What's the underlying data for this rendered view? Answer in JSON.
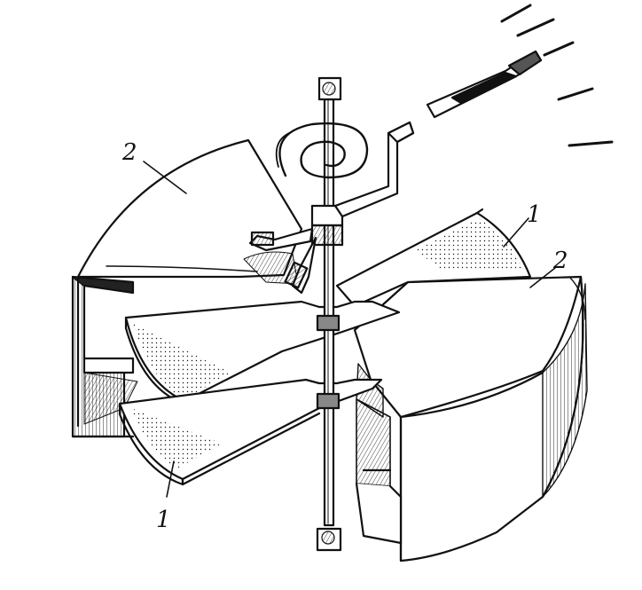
{
  "labels": {
    "top_left": "2",
    "right_upper_1": "1",
    "right_2": "2",
    "bottom_left_1": "1"
  },
  "colors": {
    "ink": "#111111",
    "paper": "#ffffff",
    "shade": "#9a9a9a",
    "dark_shade": "#3a3a3a"
  }
}
